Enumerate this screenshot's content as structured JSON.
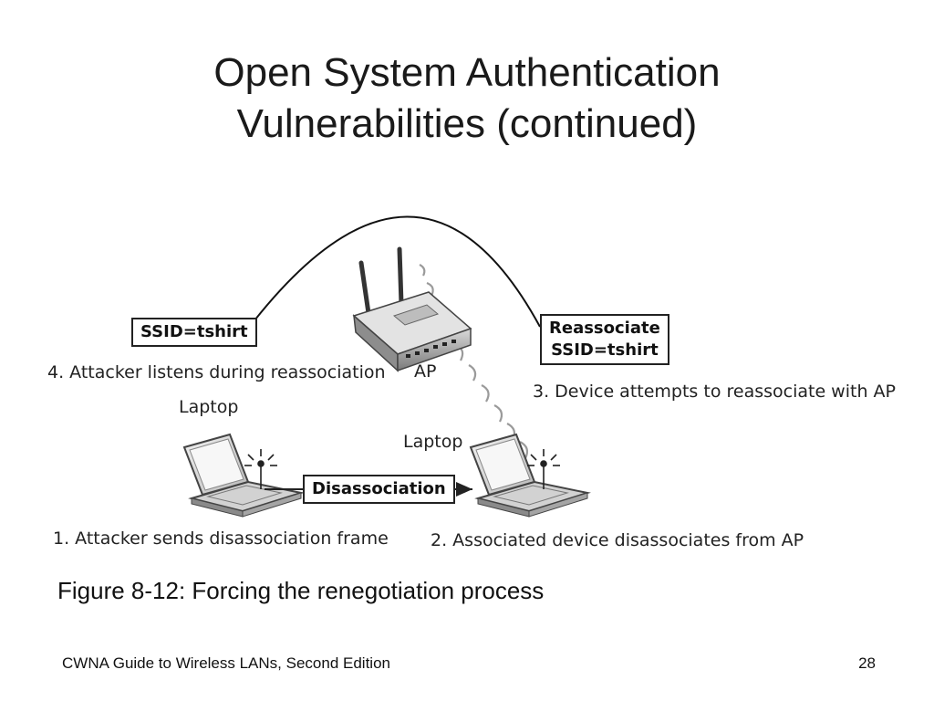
{
  "slide": {
    "title_line1": "Open System Authentication",
    "title_line2": "Vulnerabilities (continued)"
  },
  "diagram": {
    "box_ssid_left": "SSID=tshirt",
    "box_reassociate_line1": "Reassociate",
    "box_reassociate_line2": "SSID=tshirt",
    "box_disassociation": "Disassociation",
    "ap_label": "AP",
    "laptop_left_label": "Laptop",
    "laptop_right_label": "Laptop",
    "step1": "1. Attacker sends disassociation frame",
    "step2": "2. Associated device disassociates from AP",
    "step3": "3. Device attempts to reassociate with AP",
    "step4": "4. Attacker listens during reassociation"
  },
  "caption": "Figure 8-12: Forcing the renegotiation process",
  "footer": {
    "book_title": "CWNA Guide to Wireless LANs, Second Edition",
    "page_number": "28"
  }
}
